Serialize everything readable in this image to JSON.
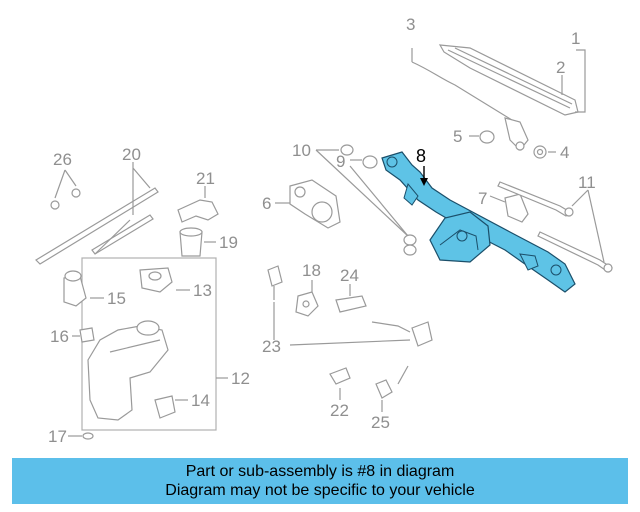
{
  "colors": {
    "highlight_part": "#5ec3e6",
    "highlight_stroke": "#1b4f6a",
    "banner_bg": "#5cbfea",
    "lines": "#9a9a9a",
    "labels": "#8f8f8f"
  },
  "callouts": [
    "1",
    "2",
    "3",
    "5",
    "4",
    "8",
    "10",
    "9",
    "26",
    "20",
    "21",
    "6",
    "7",
    "11",
    "19",
    "13",
    "18",
    "24",
    "15",
    "16",
    "23",
    "12",
    "14",
    "22",
    "25",
    "17"
  ],
  "banner": {
    "line1": "Part or sub-assembly is #8 in diagram",
    "line2": "Diagram may not be specific to your vehicle"
  }
}
